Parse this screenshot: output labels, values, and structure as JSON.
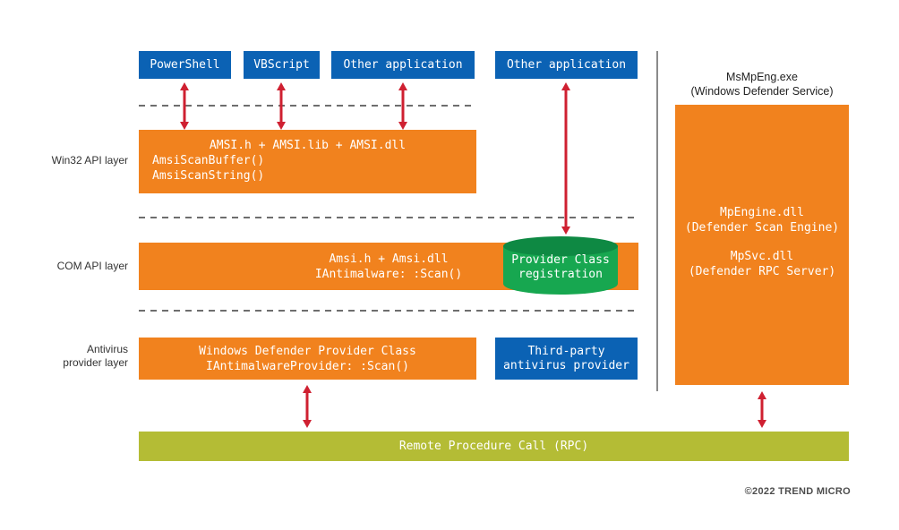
{
  "top_row": {
    "apps": [
      {
        "label": "PowerShell"
      },
      {
        "label": "VBScript"
      },
      {
        "label": "Other application"
      }
    ],
    "other_app": {
      "label": "Other application"
    }
  },
  "layer_labels": {
    "win32": "Win32 API layer",
    "com": "COM API layer",
    "antivirus_line1": "Antivirus",
    "antivirus_line2": "provider layer"
  },
  "win32_box": {
    "title": "AMSI.h + AMSI.lib + AMSI.dll",
    "lines": [
      "AmsiScanBuffer()",
      "AmsiScanString()"
    ]
  },
  "com_box": {
    "lines": [
      "Amsi.h + Amsi.dll",
      "IAntimalware: :Scan()"
    ],
    "registration": {
      "lines": [
        "Provider Class",
        "registration"
      ]
    }
  },
  "antivirus_layer": {
    "defender_box": {
      "lines": [
        "Windows Defender Provider Class",
        "IAntimalwareProvider: :Scan()"
      ]
    },
    "third_party_box": {
      "lines": [
        "Third-party",
        "antivirus provider"
      ]
    }
  },
  "right_panel": {
    "title": "MsMpEng.exe",
    "subtitle": "(Windows Defender Service)",
    "engine": {
      "lines": [
        "MpEngine.dll",
        "(Defender Scan Engine)"
      ]
    },
    "svc": {
      "lines": [
        "MpSvc.dll",
        "(Defender RPC Server)"
      ]
    }
  },
  "rpc_bar": {
    "label": "Remote Procedure Call (RPC)"
  },
  "footer": {
    "copyright": "©2022 TREND MICRO"
  },
  "colors": {
    "blue": "#0b62b4",
    "orange": "#f1821e",
    "green": "#17a750",
    "green_dark": "#0e8943",
    "olive": "#b4bc35",
    "red": "#cf2031",
    "dash_gray": "#6e6e6e"
  }
}
